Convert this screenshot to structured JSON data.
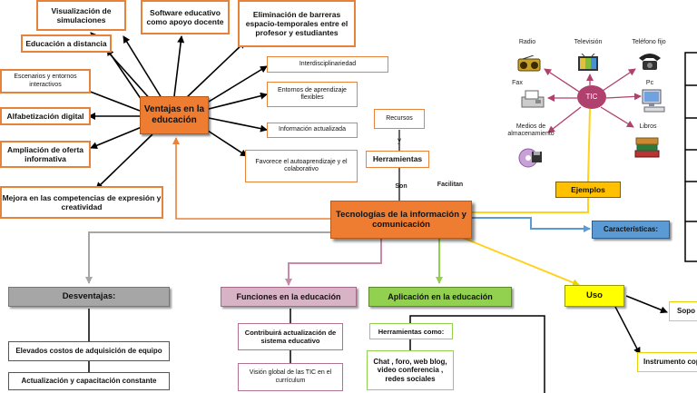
{
  "center": {
    "ventajas_title": "Ventajas en la educación",
    "tic_title": "Tecnologías de la información y comunicación"
  },
  "ventajas": {
    "simulaciones": "Visualización de simulaciones",
    "software": "Software educativo como apoyo docente",
    "barreras": "Eliminación de barreras espacio-temporales entre el profesor y estudiantes",
    "distancia": "Educación a distancia",
    "escenarios": "Escenarios y entornos interactivos",
    "alfabetizacion": "Alfabetización digital",
    "oferta": "Ampliación de oferta informativa",
    "competencias": "Mejora en las competencias de expresión y creatividad",
    "interdisciplinariedad": "Interdisciplinariedad",
    "entornos": "Entornos de aprendizaje flexibles",
    "informacion": "Información actualizada",
    "autoaprendizaje": "Favorece el autoaprendizaje y el colaborativo"
  },
  "recursos": {
    "recursos": "Recursos",
    "y": "y",
    "herramientas": "Herramientas",
    "son": "Son",
    "facilitan": "Facilitan"
  },
  "tic_examples": {
    "hub": "TIC",
    "radio": "Radio",
    "television": "Televisión",
    "telefono": "Teléfono fijo",
    "fax": "Fax",
    "pc": "Pc",
    "medios": "Medios de almacenamiento",
    "libros": "Libros",
    "ejemplos": "Ejemplos",
    "caracteristicas": "Características:"
  },
  "branches": {
    "desventajas": "Desventajas:",
    "funciones": "Funciones en la educación",
    "aplicacion": "Aplicación en la educación",
    "uso": "Uso"
  },
  "desventajas_items": [
    "Elevados costos de adquisición de equipo",
    "Actualización y capacitación constante"
  ],
  "funciones_items": [
    "Contribuirá actualización de sistema educativo",
    "Visión global de las TIC en el currículum"
  ],
  "aplicacion_items": {
    "herramientas_como": "Herramientas como:",
    "chat": "Chat , foro, web blog, video conferencia , redes sociales"
  },
  "uso_items": {
    "soporte": "Sopo",
    "instrumento": "Instrumento cop"
  },
  "colors": {
    "orange": "#e8823a",
    "tic_fill": "#ee7c31",
    "desventajas_fill": "#a6a6a6",
    "funciones_fill": "#d8b3c6",
    "aplicacion_fill": "#92d050",
    "uso_fill": "#ffff00",
    "ejemplos_fill": "#ffc000",
    "caracteristicas_fill": "#5b9bd5",
    "hub_fill": "#b0406e"
  }
}
